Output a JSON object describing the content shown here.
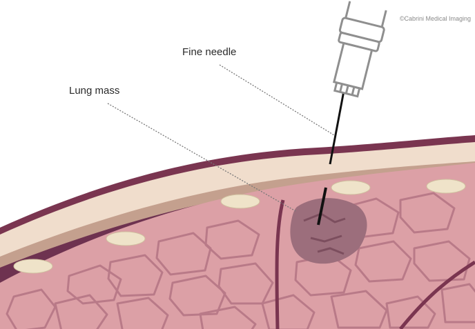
{
  "labels": {
    "fine_needle": "Fine needle",
    "lung_mass": "Lung mass"
  },
  "credit": "©Cabrini Medical Imaging",
  "colors": {
    "skin_outer": "#7a3550",
    "skin_layer": "#f0ddcc",
    "fat_layer": "#c4a08e",
    "pleura": "#6e3250",
    "lung_tissue": "#dca0a6",
    "lung_lines": "#b97a88",
    "mass": "#9c6e7c",
    "vessel": "#efe3c9",
    "syringe": "#8f8f8f",
    "needle": "#111111",
    "leader_line": "#777777"
  }
}
